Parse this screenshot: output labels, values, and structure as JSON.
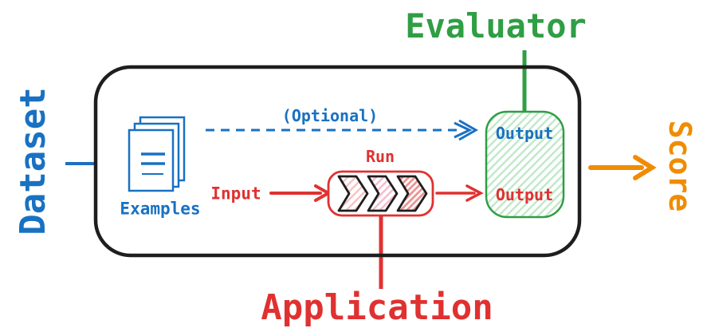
{
  "labels": {
    "dataset": "Dataset",
    "evaluator": "Evaluator",
    "application": "Application",
    "score": "Score",
    "examples": "Examples",
    "optional": "(Optional)",
    "input": "Input",
    "run": "Run",
    "evaluator_output_reference": "Output",
    "evaluator_output_application": "Output"
  },
  "icons": {
    "examples": "documents-stack-icon"
  },
  "colors": {
    "blue": "#1971c2",
    "green": "#2f9e44",
    "red": "#e03131",
    "orange": "#f08c00",
    "outline": "#1e1e1e",
    "green_hatch": "#bfe8c8",
    "red_hatch_light": "#f7c1c1",
    "red_hatch_pink": "#f4bcd0",
    "red_hatch_dense": "#ed9292"
  }
}
